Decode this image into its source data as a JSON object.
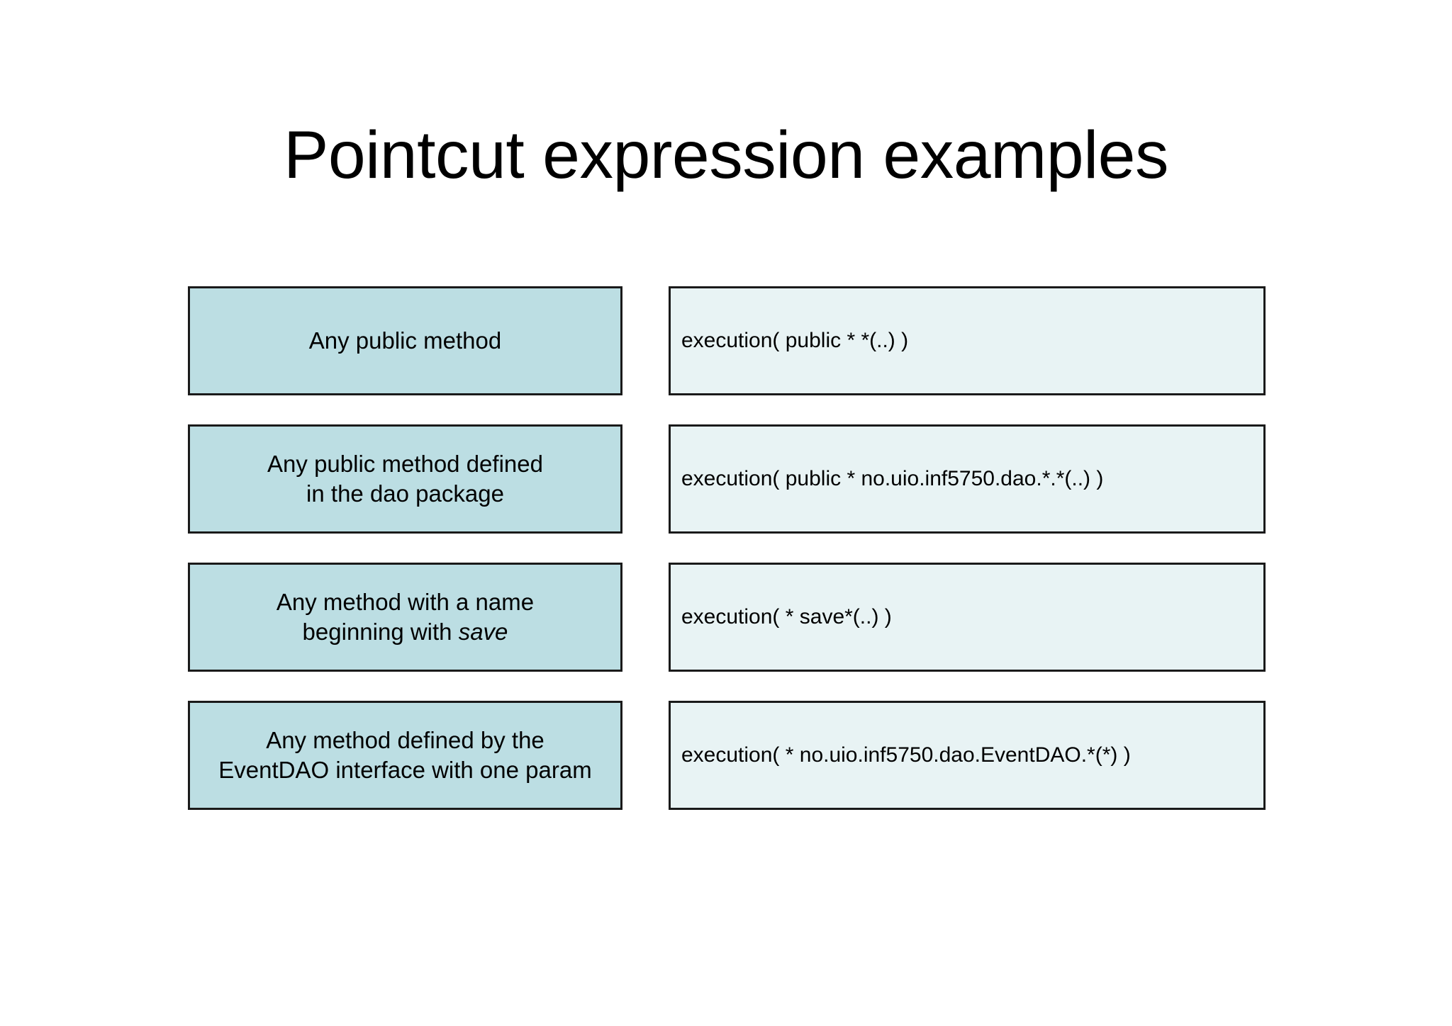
{
  "slide": {
    "title": "Pointcut expression examples",
    "background_color": "#ffffff",
    "description_box_color": "#bcdee3",
    "expression_box_color": "#e8f3f4",
    "border_color": "#1a1a1a",
    "text_color": "#000000"
  },
  "rows": [
    {
      "description_line1": "Any public method",
      "description_line2": "",
      "description_emphasis": "",
      "expression": "execution( public * *(..) )"
    },
    {
      "description_line1": "Any public method defined",
      "description_line2": "in the dao package",
      "description_emphasis": "",
      "expression": "execution( public * no.uio.inf5750.dao.*.*(..) )"
    },
    {
      "description_line1": "Any method with a name",
      "description_line2": "beginning with ",
      "description_emphasis": "save",
      "expression": "execution( * save*(..) )"
    },
    {
      "description_line1": "Any method defined by the",
      "description_line2": "EventDAO interface with one param",
      "description_emphasis": "",
      "expression": "execution( * no.uio.inf5750.dao.EventDAO.*(*) )"
    }
  ]
}
